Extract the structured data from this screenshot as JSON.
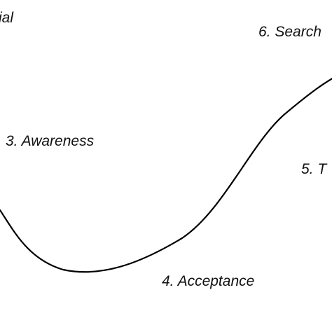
{
  "diagram": {
    "labels": {
      "denial": "ial",
      "awareness": "3. Awareness",
      "acceptance": "4. Acceptance",
      "trial": "5. T",
      "search": "6. Search"
    }
  }
}
